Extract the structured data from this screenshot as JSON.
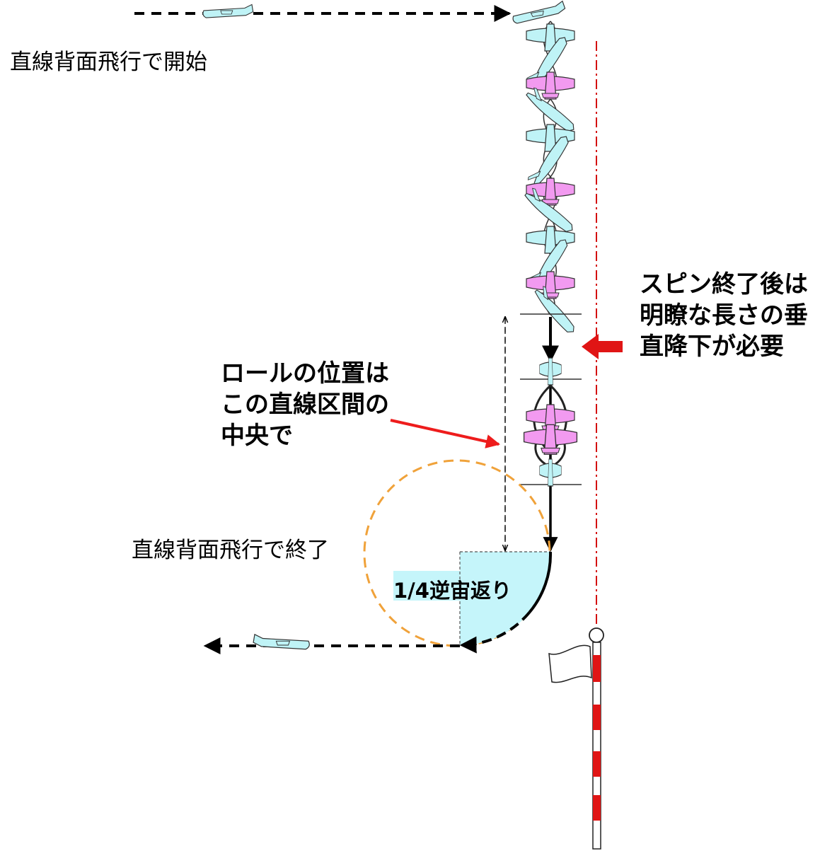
{
  "labels": {
    "start": "直線背面飛行で開始",
    "end": "直線背面飛行で終了",
    "roll_note": [
      "ロールの位置は",
      "この直線区間の",
      "中央で"
    ],
    "spin_note": [
      "スピン終了後は",
      "明瞭な長さの垂",
      "直降下が必要"
    ],
    "quarter_loop": "1/4逆宙返り"
  },
  "colors": {
    "aircraft_top": "#bff3f6",
    "aircraft_bottom": "#f29af0",
    "quarter_fill": "#c5f5fa",
    "circle": "#f0a23a",
    "pointer_arrow": "#ee1c1c",
    "aerobatic_box_line": "#d41010",
    "flag_pole_red": "#e01515"
  },
  "icons": [
    "aircraft-icon",
    "flag-icon",
    "block-arrow-icon"
  ]
}
